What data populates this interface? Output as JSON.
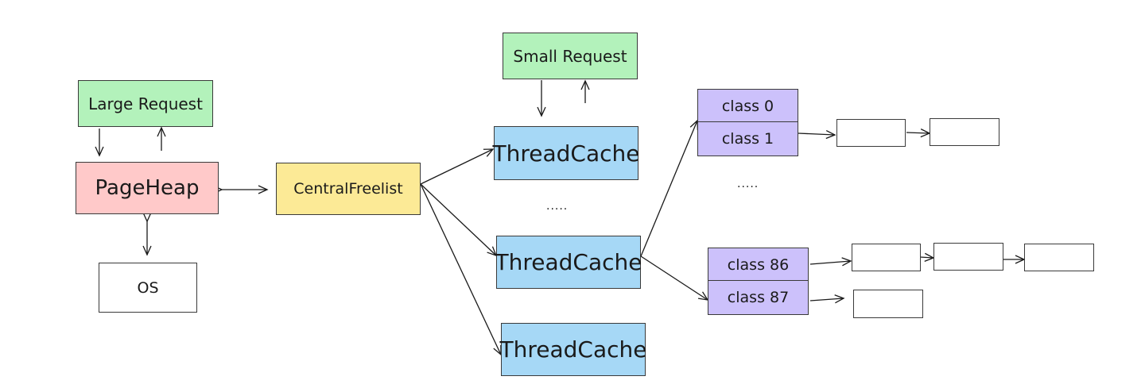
{
  "boxes": {
    "small_request": "Small Request",
    "large_request": "Large Request",
    "page_heap": "PageHeap",
    "os": "OS",
    "central_freelist": "CentralFreelist",
    "thread_cache_1": "ThreadCache",
    "thread_cache_2": "ThreadCache",
    "thread_cache_3": "ThreadCache",
    "class_0": "class 0",
    "class_1": "class 1",
    "class_86": "class 86",
    "class_87": "class 87"
  },
  "ellipsis": {
    "thread_caches": ".....",
    "size_classes": "....."
  },
  "colors": {
    "request": "#b3f2bb",
    "page_heap": "#ffc9c9",
    "central_freelist": "#fcea96",
    "thread_cache": "#a6d8f6",
    "size_class": "#ccc1fb",
    "os": "#ffffff",
    "stroke": "#3a3a3a"
  }
}
